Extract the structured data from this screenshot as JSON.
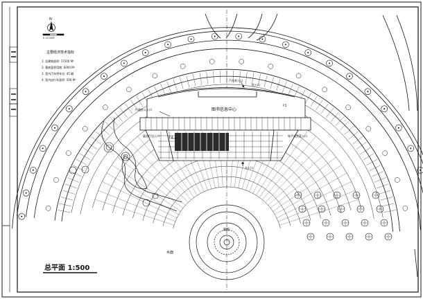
{
  "drawing": {
    "title": "总平面  1:500",
    "scale_bar_label": "0  10  20M",
    "north_label": "N",
    "library_label": "图书信息中心",
    "plaza_label": "圆圆",
    "water_label": "水面",
    "entrances": {
      "main": "主入口",
      "secondary_right": "次入口",
      "parking": "汽车库入口",
      "office": "行政办公入口",
      "exhibit": "展览厅出入口",
      "reading": "电子阅览室入口"
    },
    "floor_tags": [
      "F5",
      "F4"
    ],
    "table_heading": "主要经济技术指标",
    "indicators": [
      "1. 总建筑面积:  17300 M²",
      "2. 基底面积用地:   6000 M²",
      "3. 室内汽车停车位:   45 辆",
      "4. 室内自行车面积:   500 M²"
    ],
    "sidebar_blocks": [
      "",
      "",
      ""
    ],
    "colors": {
      "line": "#111111",
      "paper": "#ffffff",
      "hatch": "#2b2b2b"
    }
  }
}
